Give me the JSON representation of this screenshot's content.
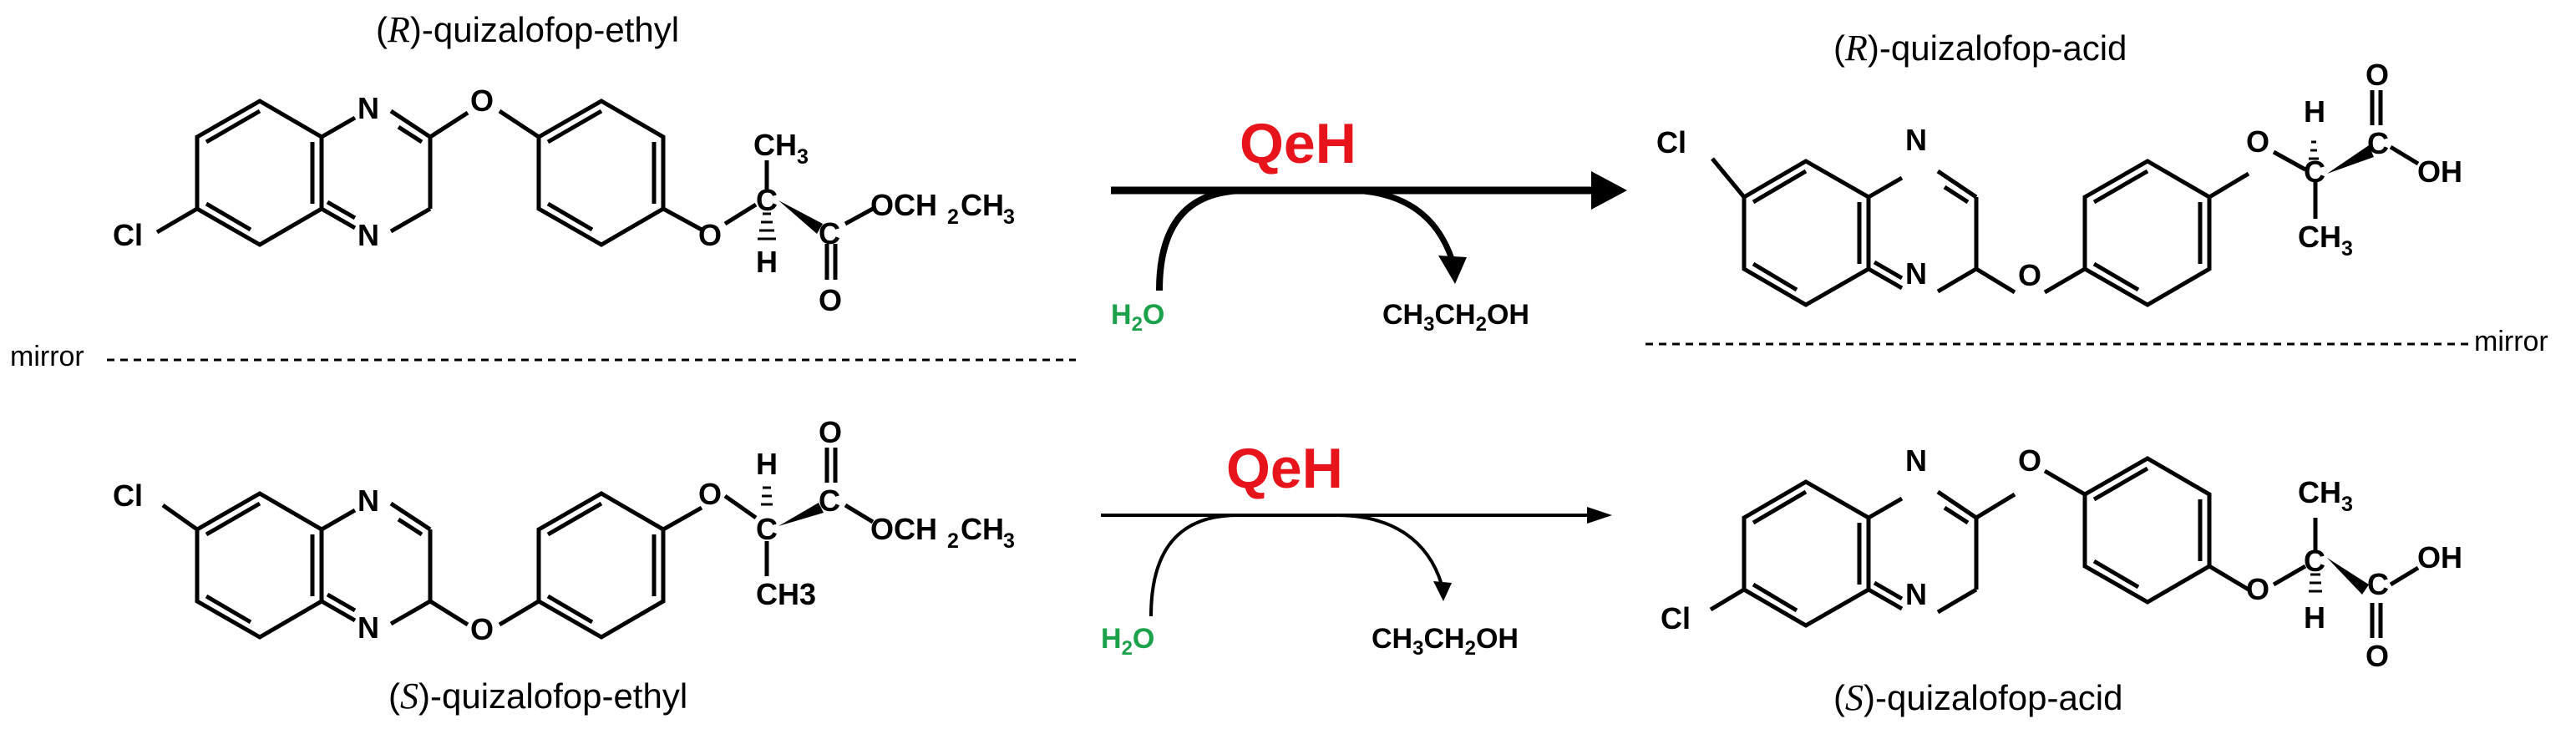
{
  "colors": {
    "enzyme": "#e8141c",
    "water": "#1aa14a",
    "ink": "#000000"
  },
  "top_reaction": {
    "substrate_name": {
      "open": "(",
      "config": "R",
      "close": ")-quizalofop-ethyl"
    },
    "product_name": {
      "open": "(",
      "config": "R",
      "close": ")-quizalofop-acid"
    },
    "enzyme": "QeH",
    "water": {
      "main": "H",
      "sub": "2",
      "tail": "O"
    },
    "byproduct": {
      "a": "CH",
      "a_sub": "3",
      "b": "CH",
      "b_sub": "2",
      "c": "OH"
    }
  },
  "bottom_reaction": {
    "substrate_name": {
      "open": "(",
      "config": "S",
      "close": ")-quizalofop-ethyl"
    },
    "product_name": {
      "open": "(",
      "config": "S",
      "close": ")-quizalofop-acid"
    },
    "enzyme": "QeH",
    "water": {
      "main": "H",
      "sub": "2",
      "tail": "O"
    },
    "byproduct": {
      "a": "CH",
      "a_sub": "3",
      "b": "CH",
      "b_sub": "2",
      "c": "OH"
    }
  },
  "mirror_label": "mirror",
  "atoms": {
    "N": "N",
    "O": "O",
    "Cl": "Cl",
    "H": "H",
    "C": "C",
    "OH": "OH",
    "CH": "CH",
    "sub3": "3",
    "sub2": "2",
    "CH3_flat": "CH3",
    "OCH": "OCH",
    "CH_": "CH"
  }
}
